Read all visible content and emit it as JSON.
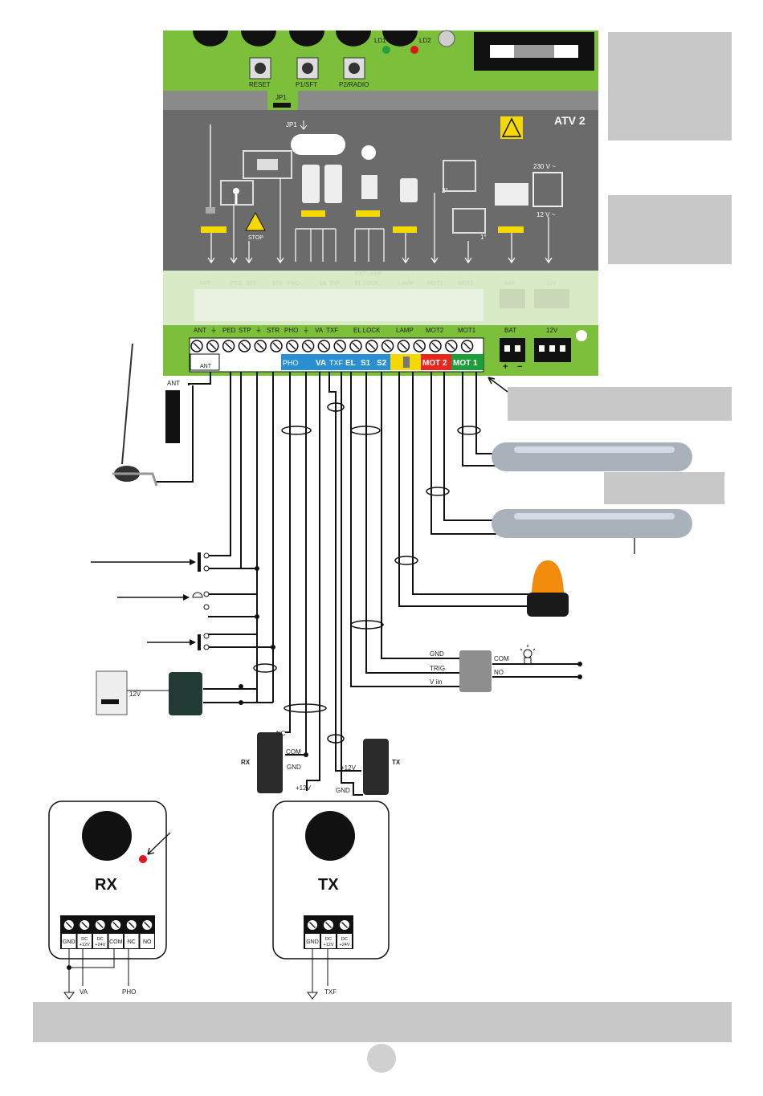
{
  "board": {
    "model": "ATV 2",
    "leds": [
      "LD1",
      "LD2"
    ],
    "buttons": [
      "RESET",
      "P1/SFT",
      "P2/RADIO"
    ],
    "jumper": "JP1",
    "jumper_arrow": "JP1",
    "stop_label": "STOP",
    "supply_main": "230 V ~",
    "supply_low": "12 V ~",
    "gate_step1": "1°",
    "gate_step2": "2°"
  },
  "terminal_header": {
    "labels": [
      "ANT",
      "⏚",
      "PED",
      "STP",
      "⏚",
      "STR",
      "PHO",
      "⏚",
      "VA",
      "TXF",
      "EL LOCK",
      "LAMP",
      "MOT2",
      "MOT1"
    ],
    "bat": "BAT",
    "v12": "12V"
  },
  "ghost_header": {
    "labels": [
      "ANT",
      "PED",
      "STP",
      "STR",
      "PHO",
      "VA",
      "TXF",
      "EL LOCK",
      "LAMP",
      "MOT2",
      "MOT1",
      "BAT",
      "12V"
    ],
    "ellamp": "EXT.LAMP"
  },
  "terminal_row": {
    "ant": "ANT",
    "pho": "PHO",
    "va": "VA",
    "txf": "TXF",
    "el": "EL",
    "s1": "S1",
    "s2": "S2",
    "mot2": "MOT 2",
    "mot1": "MOT 1"
  },
  "battery_polarity": {
    "plus": "+",
    "minus": "−"
  },
  "antenna_label": "ANT",
  "keypad_label": "12V",
  "relay_module": {
    "gnd": "GND",
    "trig": "TRIG",
    "vin": "V iin",
    "com": "COM",
    "no": "NO"
  },
  "photocells": {
    "rx": "RX",
    "tx": "TX",
    "nc": "NC",
    "com": "COM",
    "gnd_rx": "GND",
    "v12_rx": "+12V",
    "v12_tx": "+12V",
    "gnd_tx": "GND"
  },
  "rx_detail": {
    "title": "RX",
    "terminals": [
      "GND",
      "DC +12V",
      "DC +24V",
      "COM",
      "NC",
      "NO"
    ],
    "bottom_labels": [
      "VA",
      "PHO"
    ]
  },
  "tx_detail": {
    "title": "TX",
    "terminals": [
      "GND",
      "DC +12V",
      "DC +24V"
    ],
    "bottom_labels": [
      "TXF"
    ]
  },
  "colors": {
    "board_green": "#7cbf3a",
    "panel_grey": "#6b6b6b",
    "mot2": "#e8261e",
    "mot1": "#1e9e3a",
    "blue_terminal": "#2a8fd0",
    "lamp_yellow": "#f5d800",
    "grey_box": "#c8c8c8",
    "led_green": "#1fa33a",
    "led_red": "#e0141b",
    "flashing_lamp": "#f28a0c"
  }
}
